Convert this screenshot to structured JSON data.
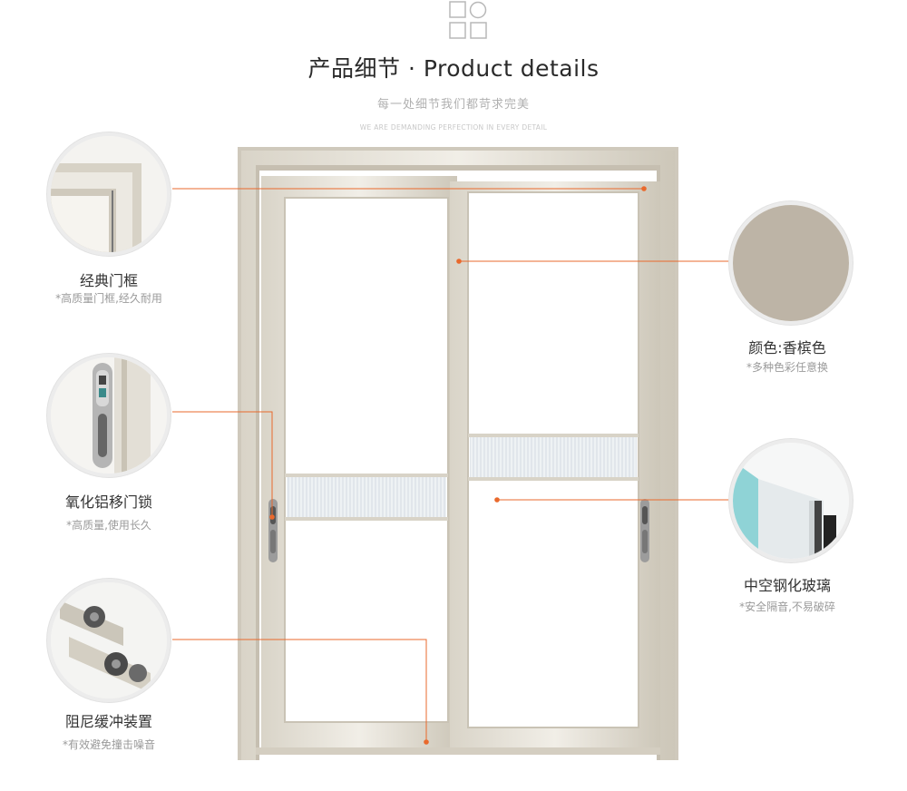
{
  "header": {
    "title": "产品细节 · Product details",
    "subtitle": "每一处细节我们都苛求完美",
    "subtitle_en": "WE ARE DEMANDING PERFECTION IN EVERY DETAIL"
  },
  "features": {
    "frame": {
      "title": "经典门框",
      "desc": "*高质量门框,经久耐用"
    },
    "color": {
      "title": "颜色:香槟色",
      "desc": "*多种色彩任意换"
    },
    "lock": {
      "title": "氧化铝移门锁",
      "desc": "*高质量,使用长久"
    },
    "glass": {
      "title": "中空钢化玻璃",
      "desc": "*安全隔音,不易破碎"
    },
    "damper": {
      "title": "阻尼缓冲装置",
      "desc": "*有效避免撞击噪音"
    }
  },
  "colors": {
    "champagne": "#bdb4a6",
    "frame_light": "#e4e0d6",
    "frame_mid": "#cfc9bc",
    "leader_line": "#e9692c"
  }
}
